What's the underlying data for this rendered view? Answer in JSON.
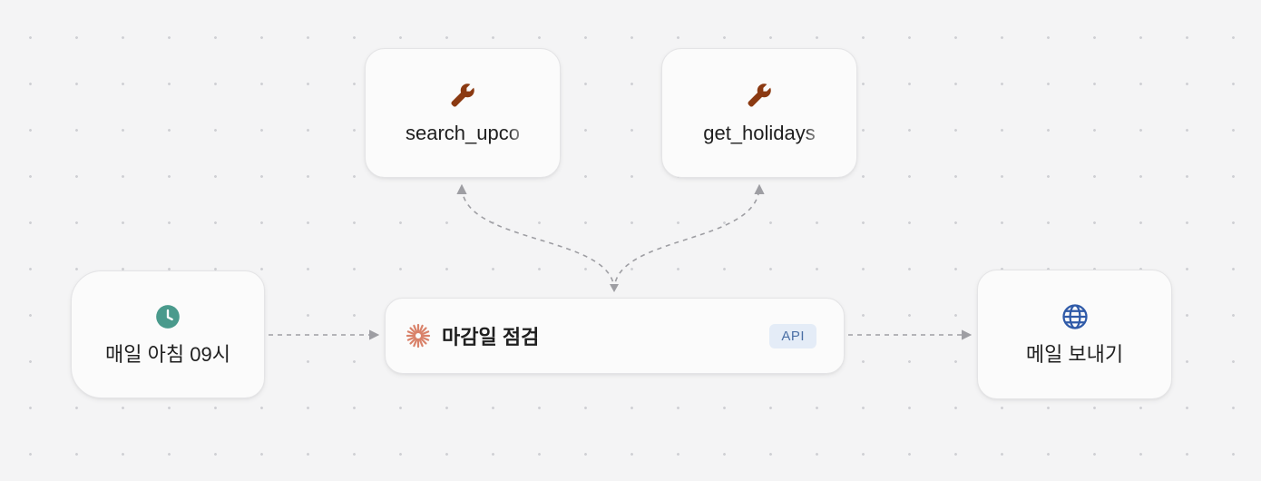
{
  "workflow": {
    "trigger": {
      "label": "매일 아침 09시",
      "icon": "clock-icon",
      "icon_color": "#4a9a8c"
    },
    "tools": [
      {
        "label": "search_upco",
        "icon": "wrench-icon",
        "icon_color": "#8b3a12"
      },
      {
        "label": "get_holidays",
        "icon": "wrench-icon",
        "icon_color": "#8b3a12"
      }
    ],
    "agent": {
      "label": "마감일 점검",
      "icon": "sparkle-icon",
      "icon_color": "#d9826a",
      "badge": "API",
      "badge_color": "#e4ecf7"
    },
    "output": {
      "label": "메일 보내기",
      "icon": "globe-icon",
      "icon_color": "#2f5aa8"
    },
    "colors": {
      "canvas_background": "#f4f4f5",
      "grid_dot": "#cfd0d4",
      "edge": "#9e9ea3"
    }
  }
}
